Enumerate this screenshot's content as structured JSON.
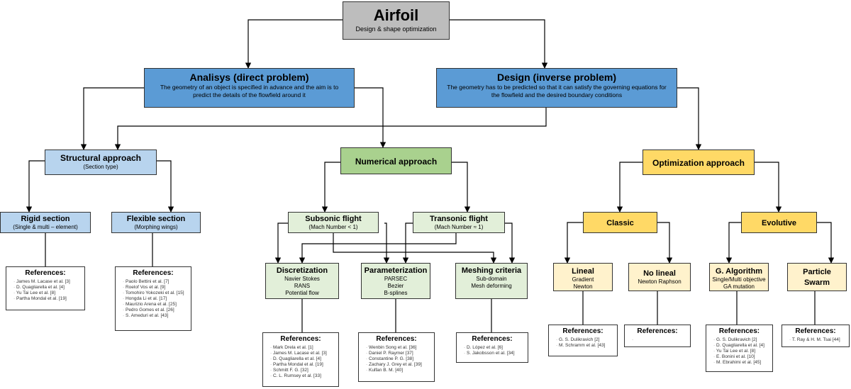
{
  "root": {
    "title": "Airfoil",
    "subtitle": "Design & shape optimization"
  },
  "analysis": {
    "title": "Analisys (direct problem)",
    "desc": "The geometry of an object is specified in advance and the aim is to predict the details of the flowfield around it"
  },
  "design": {
    "title": "Design (inverse problem)",
    "desc": "The geometry has to be predicted so that it can satisfy the governing equations for the flowfield and the desired boundary conditions"
  },
  "structural": {
    "title": "Structural approach",
    "subtitle": "(Section type)",
    "rigid": {
      "title": "Rigid section",
      "subtitle": "(Single & multi – element)",
      "references_title": "References:",
      "references": [
        "James M. Lacase et al. [3]",
        "D. Quagliarella et al. [4]",
        "Yu Tai Lee et al. [8]",
        "Partha Mondal et al. [19]"
      ]
    },
    "flexible": {
      "title": "Flexible section",
      "subtitle": "(Morphing wings)",
      "references_title": "References:",
      "references": [
        "Paolo Bettini et al. [7]",
        "Roelof Vos et al. [9]",
        "Tomohiro Yokozeki et al. [15]",
        "Hongda Li et al. [17]",
        "Maurizio Arena et al. [25]",
        "Pedro Gomes et al. [26]",
        "S. Ameduri et al. [43]"
      ]
    }
  },
  "numerical": {
    "title": "Numerical approach",
    "subsonic": {
      "title": "Subsonic flight",
      "subtitle": "(Mach Number < 1)"
    },
    "transonic": {
      "title": "Transonic flight",
      "subtitle": "(Mach Number ≈ 1)"
    },
    "discretization": {
      "title": "Discretization",
      "items": [
        "Navier Stokes",
        "RANS",
        "Potential flow"
      ],
      "references_title": "References:",
      "references": [
        "Mark Drela et al. [1]",
        "James M. Lacase et al. [3]",
        "D. Quagliarella et al. [4]",
        "Partha Mondal et al. [19]",
        "Schmitt F. G. [32]",
        "C. L. Rumsey et al. [33]"
      ]
    },
    "parameterization": {
      "title": "Parameterization",
      "items": [
        "PARSEC",
        "Bezier",
        "B-splines"
      ],
      "references_title": "References:",
      "references": [
        "Wenbin Song et al. [36]",
        "Daniel P. Raymer [37]",
        "Constantine P. G. [38]",
        "Zachary J. Grey et al. [39]",
        "Kulfan B. M. [40]"
      ]
    },
    "meshing": {
      "title": "Meshing criteria",
      "items": [
        "Sub-domain",
        "Mesh deforming"
      ],
      "references_title": "References:",
      "references": [
        "D. López et al. [6]",
        "S. Jakobsson et al. [34]"
      ]
    }
  },
  "optimization": {
    "title": "Optimization approach",
    "classic": {
      "title": "Classic"
    },
    "evolutive": {
      "title": "Evolutive"
    },
    "lineal": {
      "title": "Lineal",
      "items": [
        "Gradient",
        "Newton"
      ],
      "references_title": "References:",
      "references": [
        "G. S. Dulikravich [2]",
        "M. Schramm et al. [43]"
      ]
    },
    "nolineal": {
      "title": "No lineal",
      "items": [
        "Newton Raphson"
      ],
      "references_title": "References:",
      "references": [
        ""
      ]
    },
    "galgorithm": {
      "title": "G. Algorithm",
      "items": [
        "Single/Multi objective",
        "GA mutation"
      ],
      "references_title": "References:",
      "references": [
        "G. S. Dulikravich [2]",
        "D. Quagliarella et al. [4]",
        "Yu Tai Lee et al. [8]",
        "E. Bonini et al. [10]",
        "M. Ebrahimi et al. [45]"
      ]
    },
    "swarm": {
      "title": "Particle Swarm",
      "references_title": "References:",
      "references": [
        "T. Ray & H. M. Tsai [44]"
      ]
    }
  },
  "colors": {
    "root": "#bdbdbd",
    "level1": "#5b9bd5",
    "structural": "#b8d4ee",
    "numerical": "#a9d18e",
    "numerical_light": "#e2efd9",
    "optimization": "#ffd966",
    "optimization_light": "#fff2cc",
    "connector": "#000000"
  }
}
